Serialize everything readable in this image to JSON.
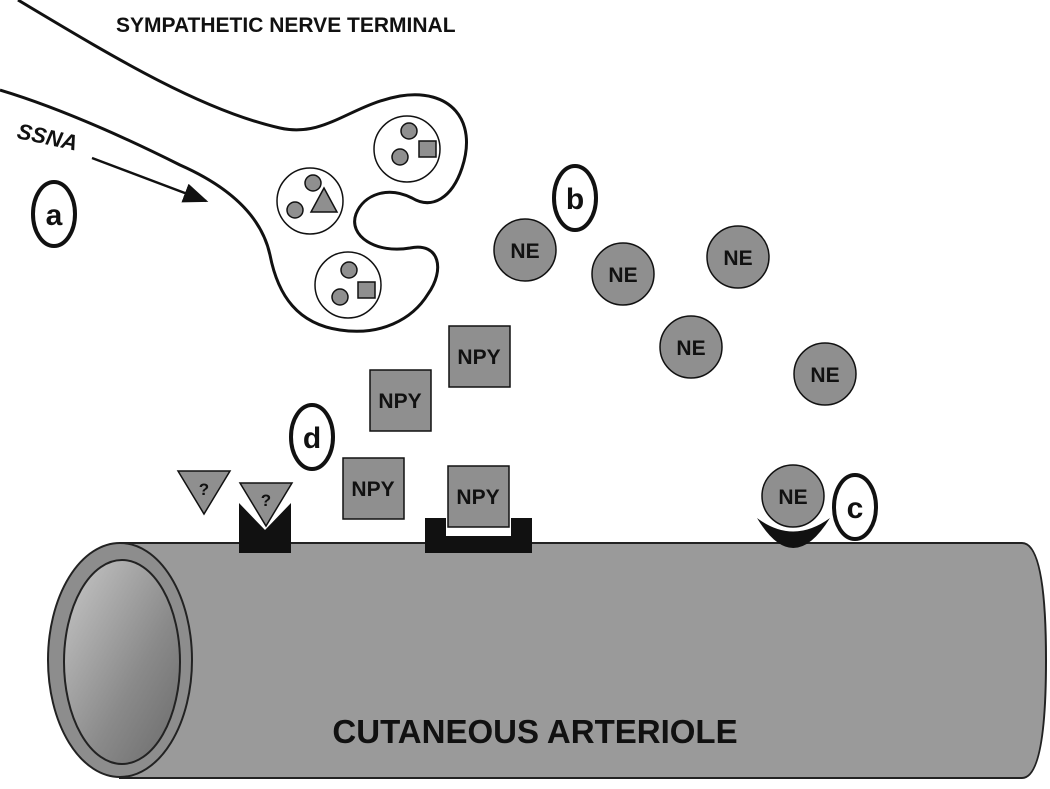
{
  "labels": {
    "nerve_title": "SYMPATHETIC NERVE TERMINAL",
    "ssna": "SSNA",
    "vessel": "CUTANEOUS ARTERIOLE"
  },
  "markers": {
    "a": "a",
    "b": "b",
    "c": "c",
    "d": "d"
  },
  "molecules": {
    "ne": "NE",
    "npy": "NPY",
    "unknown": "?"
  },
  "colors": {
    "molecule_fill": "#8f8f8f",
    "vessel_fill": "#9a9a9a",
    "receptor": "#111111",
    "outline": "#111111"
  }
}
